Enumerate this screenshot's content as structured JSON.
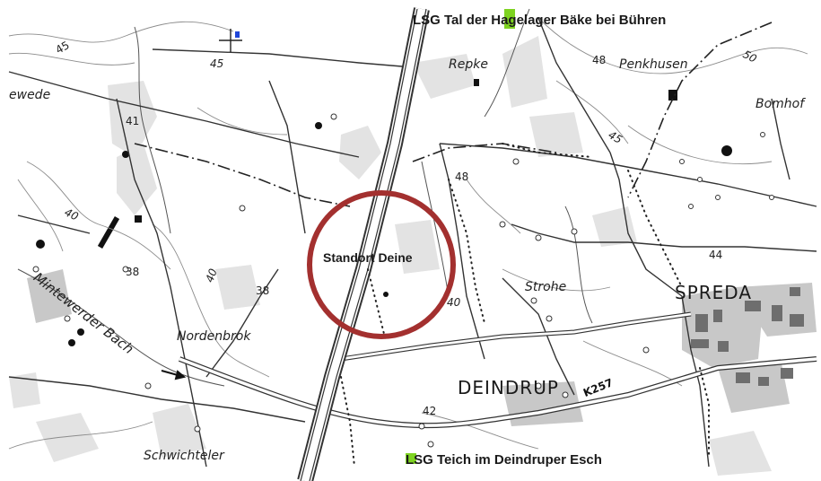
{
  "map": {
    "site_label": "Standort Deine",
    "protected_areas": {
      "north": "LSG Tal der Hagelager Bäke bei Bühren",
      "south": "LSG Teich im Deindruper Esch"
    },
    "towns": {
      "deindrup": "DEINDRUP",
      "spreda": "SPREDA"
    },
    "places": {
      "repke": "Repke",
      "penkhusen": "Penkhusen",
      "bomhof": "Bomhof",
      "strohe": "Strohe",
      "nordenbrok": "Nordenbrok",
      "schwichteler": "Schwichteler",
      "ewede": "ewede"
    },
    "waters": {
      "mintewede_bach": "Mintewerder Bach"
    },
    "roads": {
      "k257": "K257"
    },
    "elevations": {
      "e45a": "45",
      "e45b": "45",
      "e41": "41",
      "e40a": "40",
      "e38a": "38",
      "e40b": "40",
      "e38b": "38",
      "e48a": "48",
      "e48b": "48",
      "e50": "50",
      "e45c": "45",
      "e44": "44",
      "e42": "42",
      "e40c": "40"
    },
    "colors": {
      "site_circle": "#a3302f",
      "protected_area_marker": "#7ed321",
      "settlement_fill": "#c8c8c8",
      "building_fill": "#6e6e6e"
    }
  }
}
